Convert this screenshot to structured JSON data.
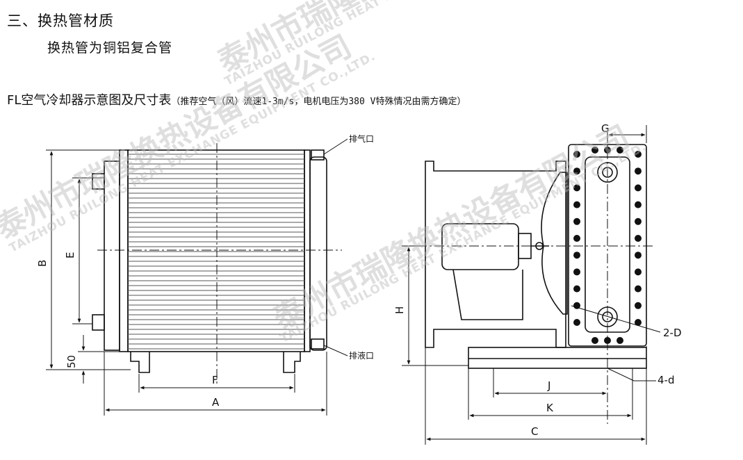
{
  "section": {
    "heading": "三、换热管材质",
    "subheading": "换热管为铜铝复合管"
  },
  "caption": {
    "main": "FL空气冷却器示意图及尺寸表",
    "note": "（推荐空气（风）流速1-3m/s，电机电压为380 V特殊情况由需方确定）"
  },
  "watermark": {
    "company_cn": "泰州市瑞隆换热设备有限公司",
    "company_en": "TAIZHOU RUILONG HEAT EXCHANGE EQUIPMENT CO.,LTD."
  },
  "front_view": {
    "callout_vent": "排气口",
    "callout_drain": "排液口",
    "dim_A": "A",
    "dim_B": "B",
    "dim_E": "E",
    "dim_F": "F",
    "dim_50": "50"
  },
  "side_view": {
    "dim_G": "G",
    "dim_H": "H",
    "dim_J": "J",
    "dim_K": "K",
    "dim_C": "C",
    "callout_2D": "2-D",
    "callout_4d": "4-d"
  }
}
